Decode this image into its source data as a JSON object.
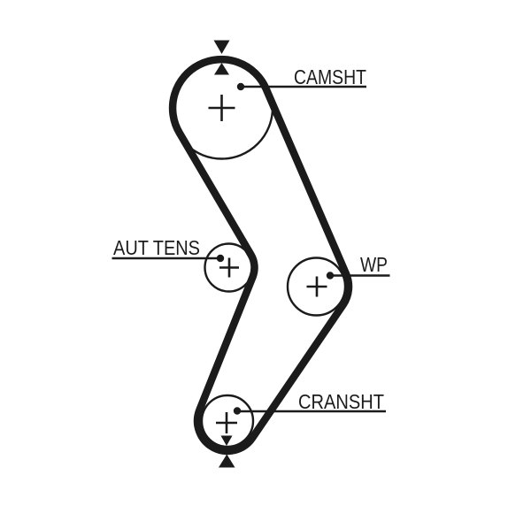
{
  "diagram": {
    "background_color": "#ffffff",
    "line_color": "#1b1b1b",
    "labels": {
      "camshaft": "CAMSHT",
      "tensioner": "AUT TENS",
      "water_pump": "WP",
      "crankshaft": "CRANSHT"
    }
  }
}
